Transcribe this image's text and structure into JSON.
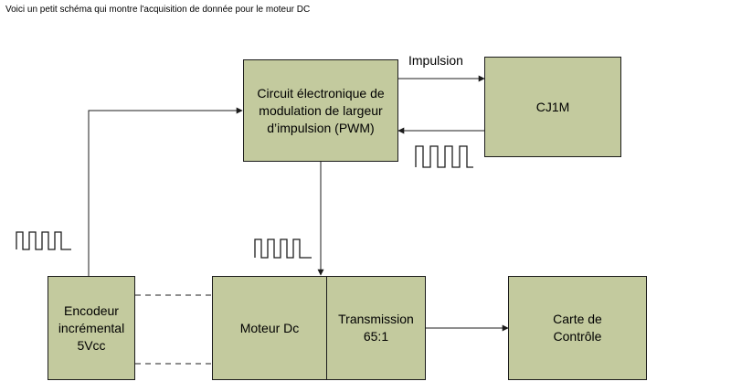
{
  "caption": "Voici un petit schéma qui montre l'acquisition de donnée pour le moteur DC",
  "nodes": {
    "pwm": [
      "Circuit électronique de",
      "modulation de largeur",
      "d’impulsion (PWM)"
    ],
    "cj1m": [
      "CJ1M"
    ],
    "encoder": [
      "Encodeur",
      "incrémental",
      "5Vcc"
    ],
    "motor": [
      "Moteur Dc"
    ],
    "transmission": [
      "Transmission",
      "65:1"
    ],
    "control": [
      "Carte de",
      "Contrôle"
    ]
  },
  "edges": {
    "impulsion_label": "Impulsion"
  },
  "colors": {
    "box_fill": "#c3ca9e",
    "stroke": "#1c1c1c"
  }
}
